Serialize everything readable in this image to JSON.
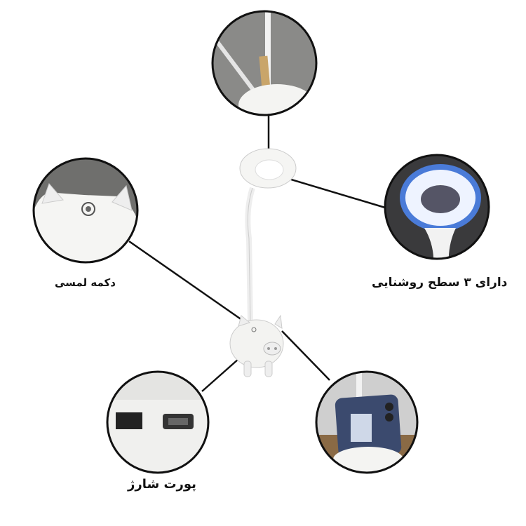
{
  "labels": {
    "touch_button": "دکمه لمسی",
    "brightness_levels": "دارای ۳ سطح روشنایی",
    "charge_port": "پورت شارژ"
  },
  "colors": {
    "circle_border": "#111111",
    "line": "#111111",
    "lamp": "#f4f4f2",
    "led": "#dfe9ff",
    "glow": "#4a7bd8"
  }
}
